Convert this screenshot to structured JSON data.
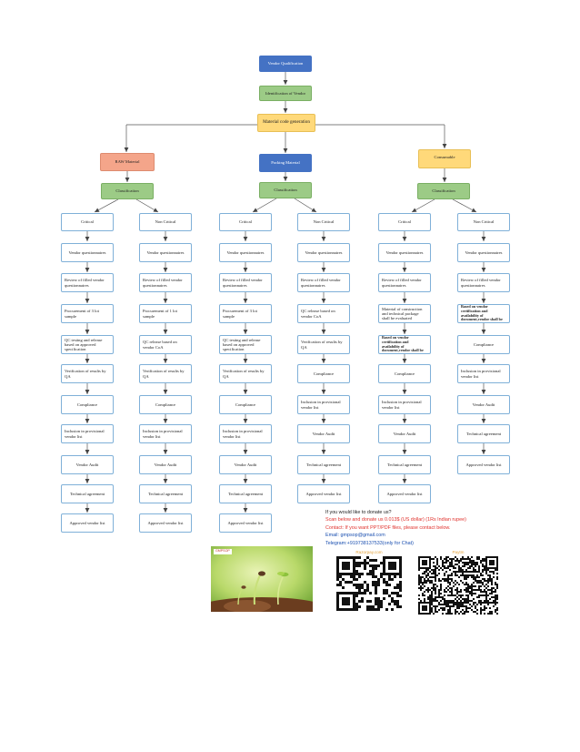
{
  "diagram": {
    "title": "Vendor Qualification",
    "identify": "Identification of Vendor",
    "material_code": "Material code generation",
    "categories": [
      {
        "name": "RAW Material",
        "classification": "Classification",
        "critical": {
          "label": "Critical",
          "steps": [
            "Vendor questionnaires",
            "Review of filled vendor questionnaires",
            "Procurement of 3 lot sample",
            "QC testing and release based on approved specification",
            "Verification of results by QA",
            "Compliance",
            "Inclusion in provisional vendor list",
            "Vendor Audit",
            "Technical agreement",
            "Approved vendor list"
          ]
        },
        "noncritical": {
          "label": "Non Critical",
          "steps": [
            "Vendor questionnaires",
            "Review of filled vendor questionnaires",
            "Procurement of 1 lot sample",
            "QC release based on vendor CoA",
            "Verification of results by QA",
            "Compliance",
            "Inclusion in provisional vendor list",
            "Vendor Audit",
            "Technical agreement",
            "Approved vendor list"
          ]
        }
      },
      {
        "name": "Packing Material",
        "classification": "Classification",
        "critical": {
          "label": "Critical",
          "steps": [
            "Vendor questionnaires",
            "Review of filled vendor questionnaires",
            "Procurement of 3 lot sample",
            "QC testing and release based on approved specification",
            "Verification of results by QA",
            "Compliance",
            "Inclusion in provisional vendor list",
            "Vendor Audit",
            "Technical agreement",
            "Approved vendor list"
          ]
        },
        "noncritical": {
          "label": "Non Critical",
          "steps": [
            "Vendor questionnaires",
            "Review of filled vendor questionnaires",
            "QC release based on vendor CoA",
            "Verification of results by QA",
            "Compliance",
            "Inclusion in provisional vendor list",
            "Vendor Audit",
            "Technical agreement",
            "Approved vendor list"
          ]
        }
      },
      {
        "name": "Consumable",
        "classification": "Classification",
        "critical": {
          "label": "Critical",
          "steps": [
            "Vendor questionnaires",
            "Review of filled vendor questionnaires",
            "Material of construction and technical package shall be evaluated",
            "Based on vendor certification and availability of document,vendor shall be",
            "Compliance",
            "Inclusion in provisional vendor list",
            "Vendor Audit",
            "Technical agreement",
            "Approved vendor list"
          ]
        },
        "noncritical": {
          "label": "Non Critical",
          "steps": [
            "Vendor questionnaires",
            "Review of filled vendor questionnaires",
            "Based on vendor certification and availability of document,vendor shall be",
            "Compliance",
            "Inclusion in provisional vendor list",
            "Vendor Audit",
            "Technical agreement",
            "Approved vendor list"
          ]
        }
      }
    ]
  },
  "donate": {
    "line1": "If you would like to donate us?",
    "line2": "Scan below and donate us 0.013$ (US dollar) (1Rs Indian rupee)",
    "line3": "Contact: If you want PPT/PDF files, please contact below.",
    "line4": "Email: gmpsop@gmail.com",
    "line5": "Telegram:+919738137533(only for Chat)",
    "qr1_label": "Razorpay.com",
    "qr2_label": "Paytm",
    "brand": "GMPSOP"
  },
  "colors": {
    "blue": "#4472c4",
    "green": "#9ccb86",
    "yellow": "#ffd97a",
    "salmon": "#f4a58a",
    "outline": "#7fb0d8",
    "line2": "#e0312c",
    "line3": "#e0312c",
    "email": "#1a4fb0"
  }
}
